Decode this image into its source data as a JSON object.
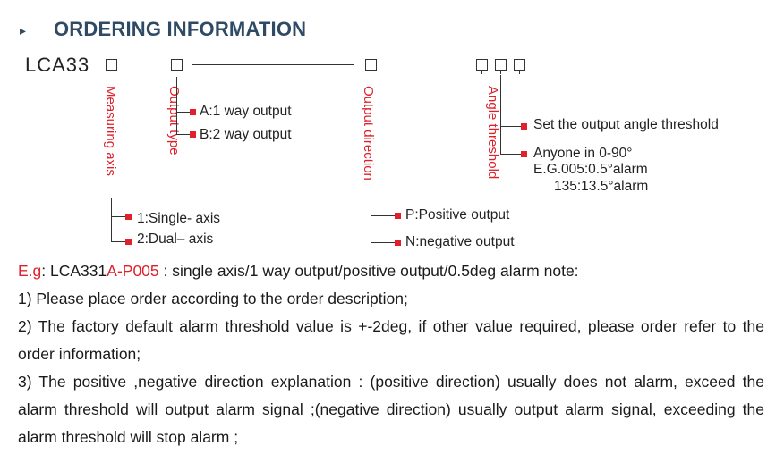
{
  "header": {
    "arrow": "▸",
    "title": "ORDERING INFORMATION"
  },
  "model": "LCA33",
  "fields": {
    "measuring_axis": "Measuring axis",
    "output_type": "Output type",
    "output_direction": "Output direction",
    "angle_threshold": "Angle threshold"
  },
  "options": {
    "output_type_a": "A:1 way output",
    "output_type_b": "B:2 way output",
    "axis_1": "1:Single- axis",
    "axis_2": "2:Dual– axis",
    "dir_p": "P:Positive output",
    "dir_n": "N:negative output",
    "thr_1": "Set the output angle threshold",
    "thr_2": "Anyone in 0-90°",
    "thr_3": "E.G.005:0.5°alarm",
    "thr_4": "135:13.5°alarm"
  },
  "example": {
    "prefix": "E.g",
    "colon": ": ",
    "code_black": "LCA331",
    "code_red": "A-P005",
    "desc": " : single axis/1 way output/positive output/0.5deg alarm note:"
  },
  "notes": [
    "1) Please place order according to the order description;",
    "2) The factory default alarm threshold value is +-2deg, if other value required, please order refer to the order information;",
    "3) The positive ,negative direction explanation : (positive direction) usually does not alarm, exceed the alarm threshold will output alarm signal ;(negative direction) usually output alarm signal, exceeding the alarm threshold will stop alarm ;"
  ],
  "colors": {
    "accent": "#e0202a",
    "heading": "#2f4a64"
  }
}
